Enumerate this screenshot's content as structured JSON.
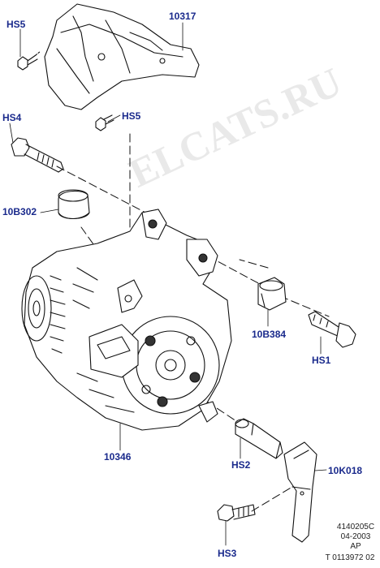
{
  "labels": {
    "bracket": "10317",
    "hs5_top": "HS5",
    "hs5_mid": "HS5",
    "hs4": "HS4",
    "cap": "10B302",
    "bushing": "10B384",
    "hs1": "HS1",
    "alternator": "10346",
    "hs2": "HS2",
    "strap": "10K018",
    "hs3": "HS3"
  },
  "watermark": "ELCATS.RU",
  "footer": {
    "line1": "4140205C",
    "line2": "04-2003",
    "line3": "AP",
    "line4": "T 0113972 02"
  },
  "colors": {
    "label": "#1a2a8c",
    "line": "#111111"
  }
}
